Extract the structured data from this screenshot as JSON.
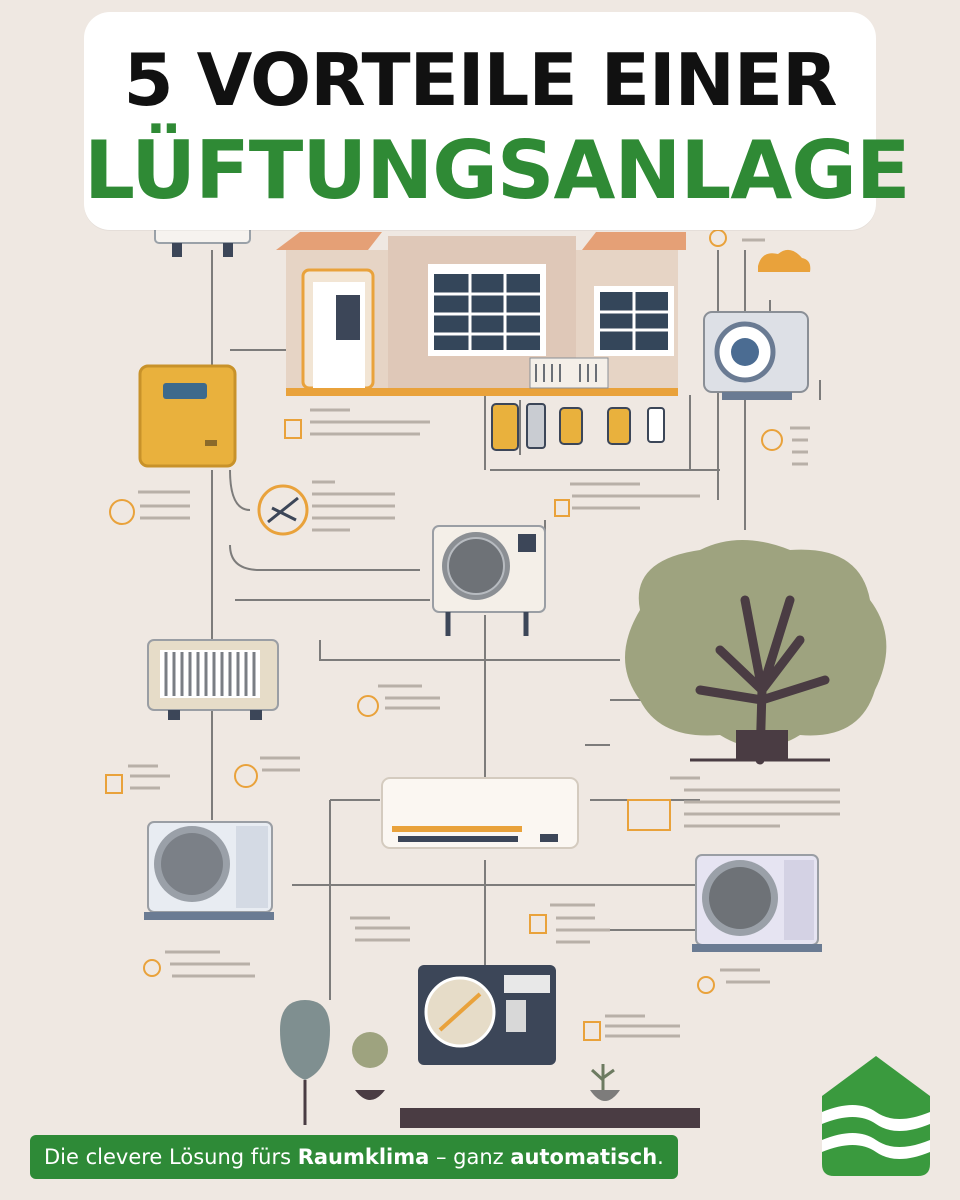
{
  "title": {
    "line1": "5 VORTEILE EINER",
    "line2": "LÜFTUNGSANLAGE"
  },
  "caption": {
    "part1": "Die clevere Lösung fürs ",
    "bold1": "Raumklima",
    "part2": " – ganz ",
    "bold2": "automatisch",
    "part3": "."
  },
  "colors": {
    "background": "#efe8e2",
    "title_dark": "#111111",
    "title_green": "#2f8a35",
    "caption_bg": "#2e8a37",
    "accent_orange": "#e9a23b",
    "line_gray": "#7d7c7b",
    "tree_green": "#9ea37f",
    "trunk": "#4a3c43",
    "navy": "#3c4658"
  },
  "illustration": {
    "description_icons": [
      "house",
      "outdoor-unit",
      "wall-split-unit",
      "tree",
      "control-box",
      "radiator-unit",
      "fan-unit",
      "camera-unit",
      "cloud-icon"
    ],
    "logo": "house-waves-logo"
  }
}
